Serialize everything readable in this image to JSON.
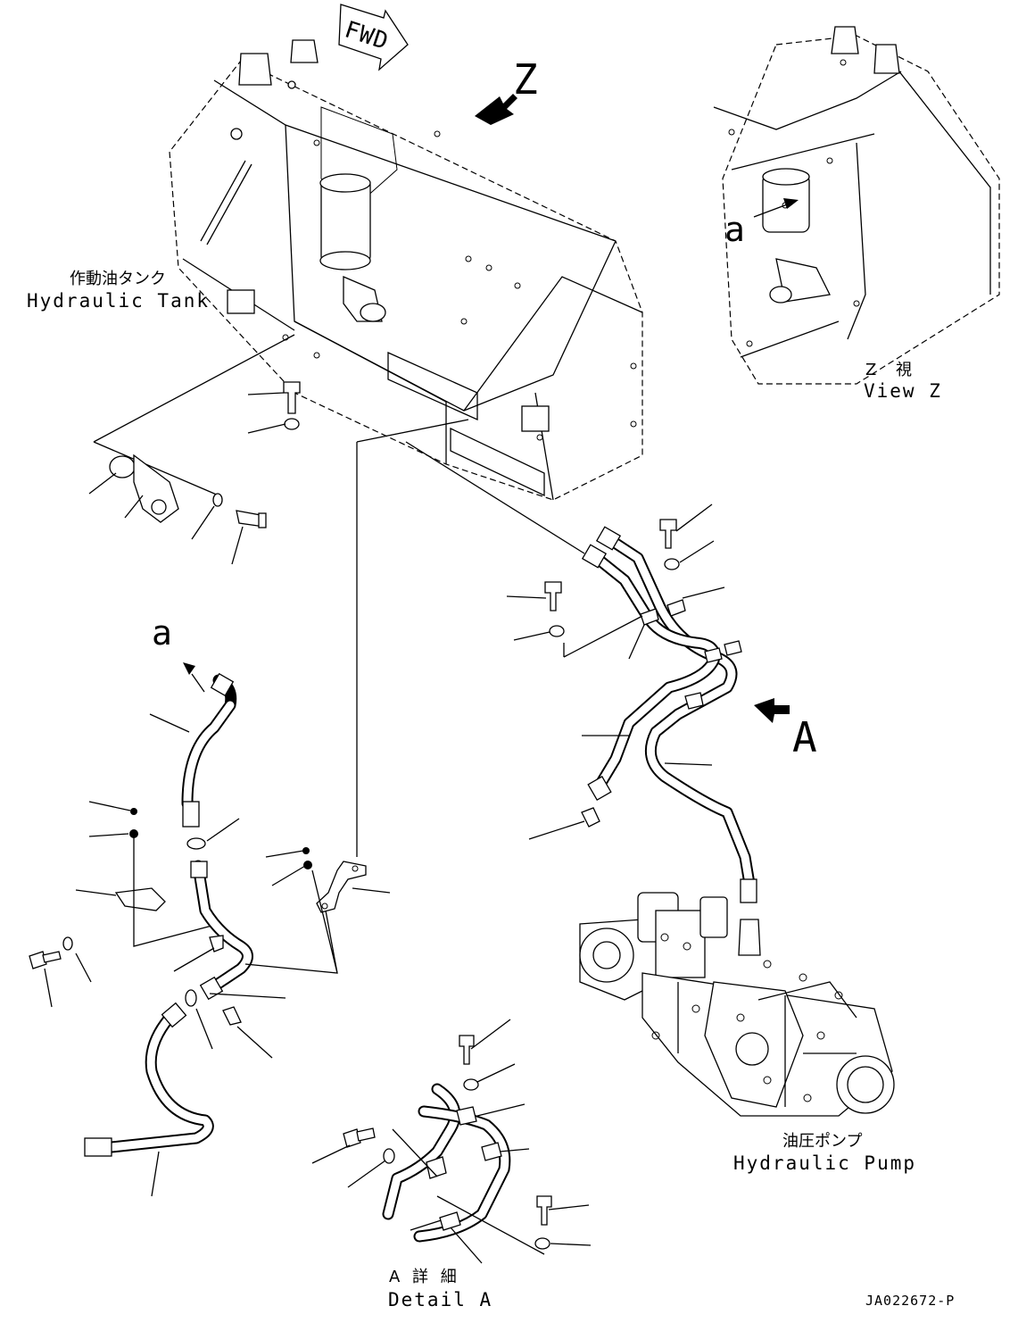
{
  "labels": {
    "fwd": "FWD",
    "view_letter": "Z",
    "tank_jp": "作動油タンク",
    "tank_en": "Hydraulic Tank",
    "view_z_jp": "Z 視",
    "view_z_en": "View Z",
    "ref_a_view": "a",
    "ref_a_hose": "a",
    "detail_letter": "A",
    "pump_jp": "油圧ポンプ",
    "pump_en": "Hydraulic Pump",
    "detail_a_jp": "A 詳 細",
    "detail_a_en": "Detail A",
    "drawing_no": "JA022672-P"
  }
}
